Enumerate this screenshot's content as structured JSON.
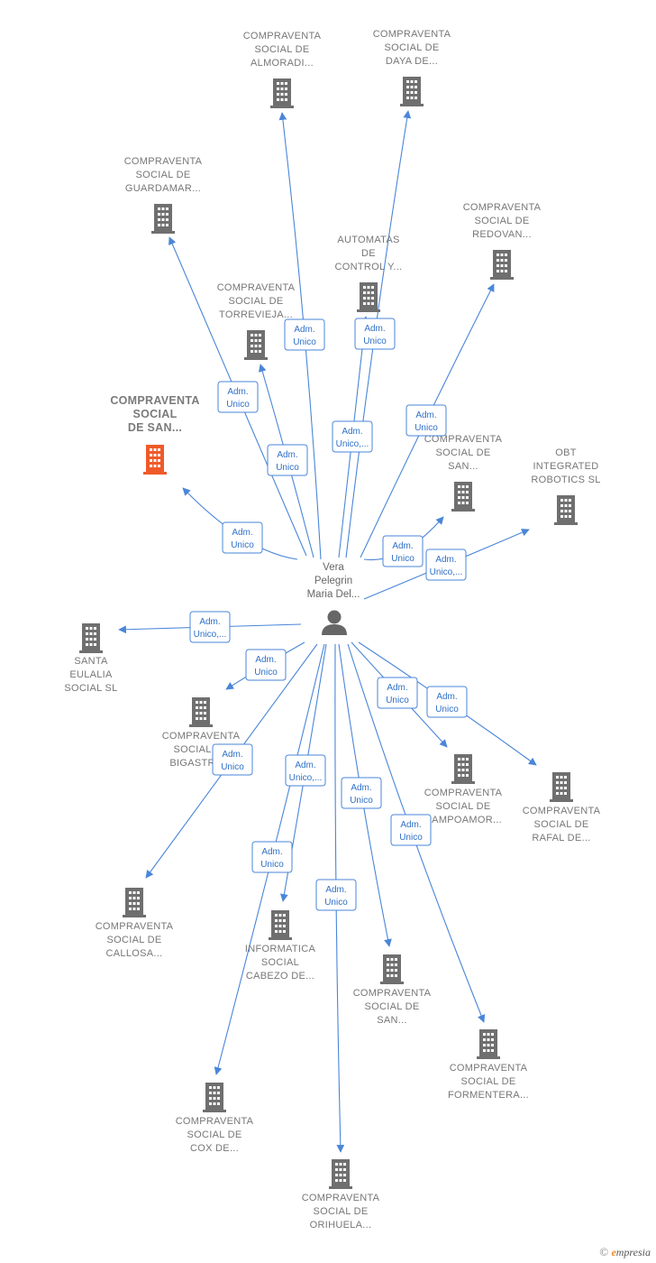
{
  "center": {
    "label_lines": [
      "Vera",
      "Pelegrin",
      "Maria Del..."
    ],
    "icon": "person-icon"
  },
  "colors": {
    "edge": "#4a86d8",
    "company": "#6f6f6f",
    "focus": "#f05a2a",
    "person": "#666666"
  },
  "nodes": [
    {
      "id": "almoradi",
      "lines": [
        "COMPRAVENTA",
        "SOCIAL DE",
        "ALMORADI..."
      ],
      "icon": "building-icon"
    },
    {
      "id": "daya",
      "lines": [
        "COMPRAVENTA",
        "SOCIAL DE",
        "DAYA DE..."
      ],
      "icon": "building-icon"
    },
    {
      "id": "guardamar",
      "lines": [
        "COMPRAVENTA",
        "SOCIAL DE",
        "GUARDAMAR..."
      ],
      "icon": "building-icon"
    },
    {
      "id": "redovan",
      "lines": [
        "COMPRAVENTA",
        "SOCIAL DE",
        "REDOVAN..."
      ],
      "icon": "building-icon"
    },
    {
      "id": "automatas",
      "lines": [
        "AUTOMATAS",
        "DE",
        "CONTROL Y..."
      ],
      "icon": "building-icon"
    },
    {
      "id": "torrevieja",
      "lines": [
        "COMPRAVENTA",
        "SOCIAL DE",
        "TORREVIEJA..."
      ],
      "icon": "building-icon"
    },
    {
      "id": "focus",
      "lines": [
        "COMPRAVENTA",
        "SOCIAL",
        "DE SAN..."
      ],
      "icon": "building-icon",
      "focus": true
    },
    {
      "id": "san1",
      "lines": [
        "COMPRAVENTA",
        "SOCIAL DE",
        "SAN..."
      ],
      "icon": "building-icon"
    },
    {
      "id": "obt",
      "lines": [
        "OBT",
        "INTEGRATED",
        "ROBOTICS SL"
      ],
      "icon": "building-icon"
    },
    {
      "id": "eulalia",
      "lines": [
        "SANTA",
        "EULALIA",
        "SOCIAL SL"
      ],
      "icon": "building-icon"
    },
    {
      "id": "bigastro",
      "lines": [
        "COMPRAVENTA",
        "SOCIAL DE",
        "BIGASTRO..."
      ],
      "icon": "building-icon"
    },
    {
      "id": "campoamor",
      "lines": [
        "COMPRAVENTA",
        "SOCIAL DE",
        "CAMPOAMOR..."
      ],
      "icon": "building-icon"
    },
    {
      "id": "rafal",
      "lines": [
        "COMPRAVENTA",
        "SOCIAL DE",
        "RAFAL DE..."
      ],
      "icon": "building-icon"
    },
    {
      "id": "callosa",
      "lines": [
        "COMPRAVENTA",
        "SOCIAL DE",
        "CALLOSA..."
      ],
      "icon": "building-icon"
    },
    {
      "id": "informatica",
      "lines": [
        "INFORMATICA",
        "SOCIAL",
        "CABEZO DE..."
      ],
      "icon": "building-icon"
    },
    {
      "id": "san2",
      "lines": [
        "COMPRAVENTA",
        "SOCIAL DE",
        "SAN..."
      ],
      "icon": "building-icon"
    },
    {
      "id": "formentera",
      "lines": [
        "COMPRAVENTA",
        "SOCIAL DE",
        "FORMENTERA..."
      ],
      "icon": "building-icon"
    },
    {
      "id": "cox",
      "lines": [
        "COMPRAVENTA",
        "SOCIAL DE",
        "COX DE..."
      ],
      "icon": "building-icon"
    },
    {
      "id": "orihuela",
      "lines": [
        "COMPRAVENTA",
        "SOCIAL DE",
        "ORIHUELA..."
      ],
      "icon": "building-icon"
    }
  ],
  "edges": [
    {
      "to": "almoradi",
      "lines": [
        "Adm.",
        "Unico"
      ]
    },
    {
      "to": "daya",
      "lines": [
        "Adm.",
        "Unico"
      ]
    },
    {
      "to": "guardamar",
      "lines": [
        "Adm.",
        "Unico"
      ]
    },
    {
      "to": "redovan",
      "lines": [
        "Adm.",
        "Unico"
      ]
    },
    {
      "to": "automatas",
      "lines": [
        "Adm.",
        "Unico,..."
      ]
    },
    {
      "to": "torrevieja",
      "lines": [
        "Adm.",
        "Unico"
      ]
    },
    {
      "to": "focus",
      "lines": [
        "Adm.",
        "Unico"
      ]
    },
    {
      "to": "san1",
      "lines": [
        "Adm.",
        "Unico"
      ]
    },
    {
      "to": "obt",
      "lines": [
        "Adm.",
        "Unico,..."
      ]
    },
    {
      "to": "eulalia",
      "lines": [
        "Adm.",
        "Unico,..."
      ]
    },
    {
      "to": "bigastro",
      "lines": [
        "Adm.",
        "Unico"
      ]
    },
    {
      "to": "campoamor",
      "lines": [
        "Adm.",
        "Unico"
      ]
    },
    {
      "to": "rafal",
      "lines": [
        "Adm.",
        "Unico"
      ]
    },
    {
      "to": "callosa",
      "lines": [
        "Adm.",
        "Unico"
      ]
    },
    {
      "to": "informatica",
      "lines": [
        "Adm.",
        "Unico,..."
      ]
    },
    {
      "to": "san2",
      "lines": [
        "Adm.",
        "Unico"
      ]
    },
    {
      "to": "formentera",
      "lines": [
        "Adm.",
        "Unico"
      ]
    },
    {
      "to": "cox",
      "lines": [
        "Adm.",
        "Unico"
      ]
    },
    {
      "to": "orihuela",
      "lines": [
        "Adm.",
        "Unico"
      ]
    }
  ],
  "footer": {
    "symbol": "©",
    "brand_initial": "e",
    "brand_rest": "mpresia"
  }
}
